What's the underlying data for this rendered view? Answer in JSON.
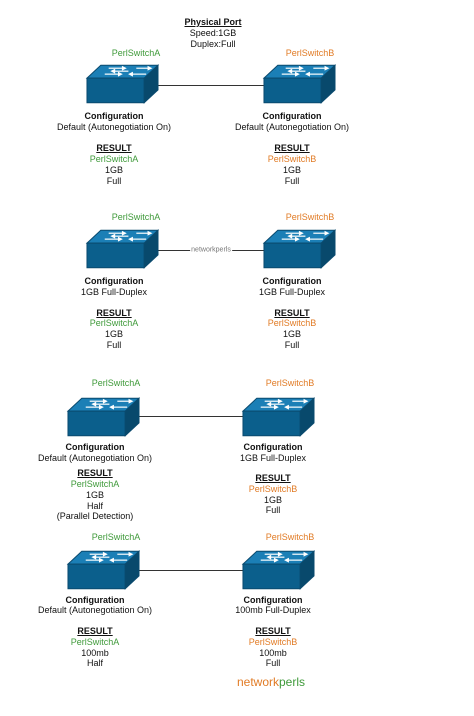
{
  "header": {
    "title": "Physical Port",
    "speed": "Speed:1GB",
    "duplex": "Duplex:Full"
  },
  "labels": {
    "configuration": "Configuration",
    "result": "RESULT"
  },
  "colors": {
    "switch_a": "#3f9a3a",
    "switch_b": "#e17b25",
    "switch_body": "#0b5f8c",
    "switch_top": "#1b7fb6"
  },
  "scenarios": [
    {
      "a": {
        "name": "PerlSwitchA",
        "config": "Default (Autonegotiation On)",
        "result_name": "PerlSwitchA",
        "speed": "1GB",
        "duplex": "Full",
        "note": ""
      },
      "b": {
        "name": "PerlSwitchB",
        "config": "Default (Autonegotiation On)",
        "result_name": "PerlSwitchB",
        "speed": "1GB",
        "duplex": "Full"
      },
      "watermark": ""
    },
    {
      "a": {
        "name": "PerlSwitchA",
        "config": "1GB Full-Duplex",
        "result_name": "PerlSwitchA",
        "speed": "1GB",
        "duplex": "Full",
        "note": ""
      },
      "b": {
        "name": "PerlSwitchB",
        "config": "1GB Full-Duplex",
        "result_name": "PerlSwitchB",
        "speed": "1GB",
        "duplex": "Full"
      },
      "watermark": "networkperls"
    },
    {
      "a": {
        "name": "PerlSwitchA",
        "config": "Default (Autonegotiation On)",
        "result_name": "PerlSwitchA",
        "speed": "1GB",
        "duplex": "Half",
        "note": "(Parallel Detection)"
      },
      "b": {
        "name": "PerlSwitchB",
        "config": "1GB Full-Duplex",
        "result_name": "PerlSwitchB",
        "speed": "1GB",
        "duplex": "Full"
      },
      "watermark": ""
    },
    {
      "a": {
        "name": "PerlSwitchA",
        "config": "Default (Autonegotiation On)",
        "result_name": "PerlSwitchA",
        "speed": "100mb",
        "duplex": "Half",
        "note": ""
      },
      "b": {
        "name": "PerlSwitchB",
        "config": "100mb Full-Duplex",
        "result_name": "PerlSwitchB",
        "speed": "100mb",
        "duplex": "Full"
      },
      "watermark": ""
    }
  ],
  "footer": {
    "brand_left": "network",
    "brand_right": "perls"
  }
}
